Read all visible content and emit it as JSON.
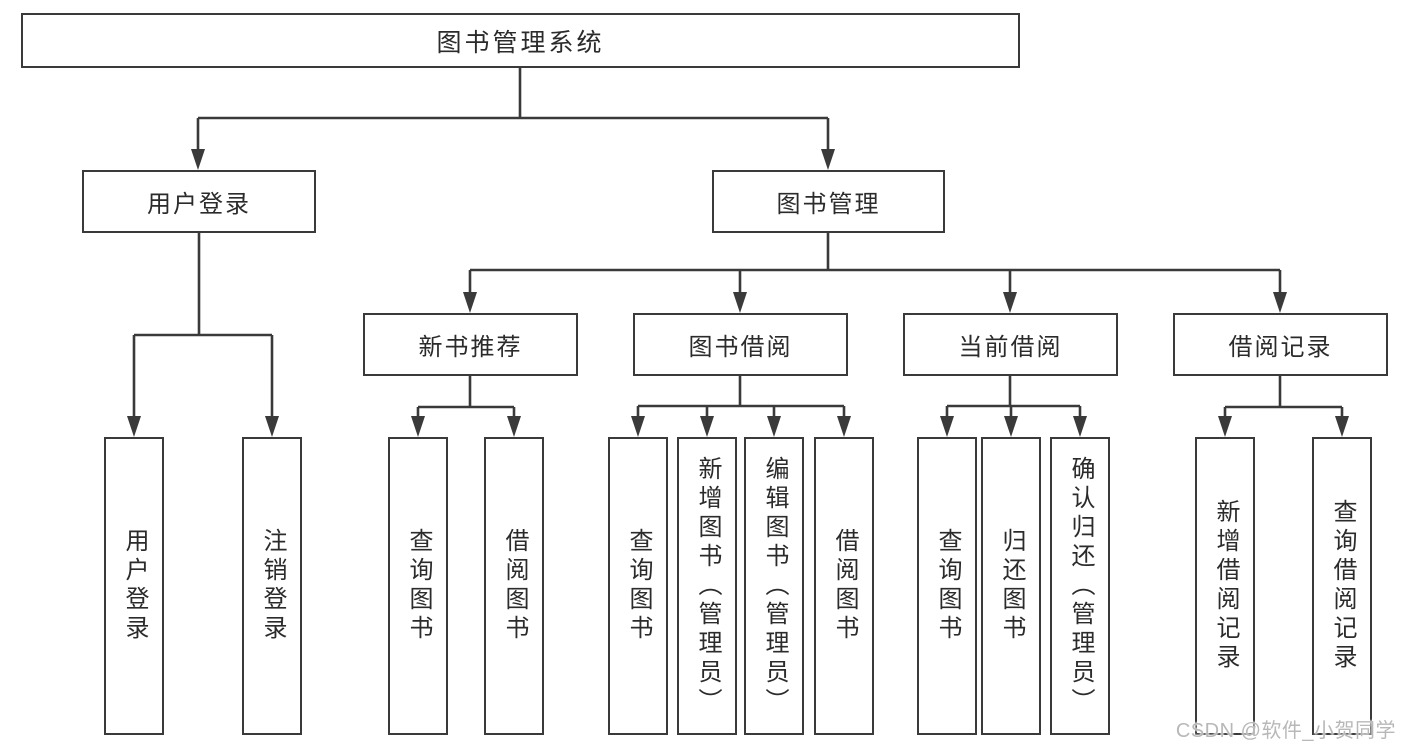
{
  "diagram_title": "图书管理系统",
  "tree": {
    "label": "图书管理系统",
    "children": [
      {
        "label": "用户登录",
        "children": [
          {
            "label": "用户登录"
          },
          {
            "label": "注销登录"
          }
        ]
      },
      {
        "label": "图书管理",
        "children": [
          {
            "label": "新书推荐",
            "children": [
              {
                "label": "查询图书"
              },
              {
                "label": "借阅图书"
              }
            ]
          },
          {
            "label": "图书借阅",
            "children": [
              {
                "label": "查询图书"
              },
              {
                "label": "新增图书（管理员）"
              },
              {
                "label": "编辑图书（管理员）"
              },
              {
                "label": "借阅图书"
              }
            ]
          },
          {
            "label": "当前借阅",
            "children": [
              {
                "label": "查询图书"
              },
              {
                "label": "归还图书"
              },
              {
                "label": "确认归还（管理员）"
              }
            ]
          },
          {
            "label": "借阅记录",
            "children": [
              {
                "label": "新增借阅记录"
              },
              {
                "label": "查询借阅记录"
              }
            ]
          }
        ]
      }
    ]
  },
  "watermark": {
    "text": "CSDN @软件_小贺同学"
  },
  "colors": {
    "line": "#3a3a3a",
    "box_border": "#3a3a3a",
    "box_fill": "#ffffff",
    "text": "#2b2b2b",
    "watermark": "#b8b8b8",
    "background": "#ffffff"
  }
}
